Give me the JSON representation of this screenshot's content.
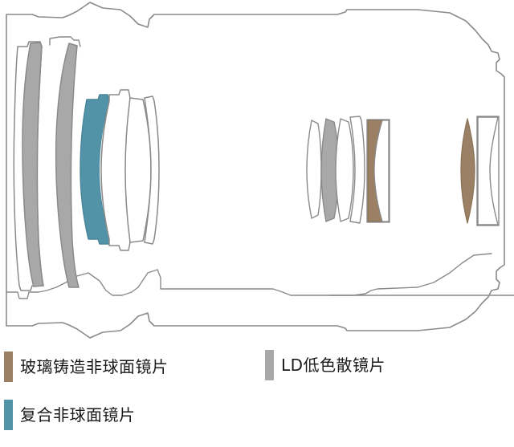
{
  "diagram": {
    "title": "Lens optical cross-section diagram",
    "colors": {
      "glass_molded_aspherical": "#9c8065",
      "ld_low_dispersion": "#a8a8a8",
      "hybrid_aspherical": "#5293a8",
      "clear_element": "#ffffff",
      "outline": "#7a7a7a",
      "background": "#ffffff"
    },
    "barrel": {
      "name": "lens-barrel-outline",
      "stroke": "#8a8a8a"
    },
    "groups": [
      {
        "name": "front-group",
        "elements": [
          {
            "name": "element-1",
            "type": "meniscus",
            "material": "ld_low_dispersion",
            "color": "#a8a8a8"
          },
          {
            "name": "element-2",
            "type": "meniscus",
            "material": "ld_low_dispersion",
            "color": "#a8a8a8"
          },
          {
            "name": "element-3",
            "type": "meniscus",
            "material": "hybrid_aspherical",
            "color": "#5293a8"
          },
          {
            "name": "element-4",
            "type": "biconvex",
            "material": "clear_element",
            "color": "#ffffff"
          },
          {
            "name": "element-5",
            "type": "biconvex",
            "material": "clear_element",
            "color": "#ffffff"
          },
          {
            "name": "element-6",
            "type": "planoconvex",
            "material": "clear_element",
            "color": "#ffffff"
          }
        ]
      },
      {
        "name": "middle-group",
        "elements": [
          {
            "name": "element-7",
            "type": "biconvex",
            "material": "clear_element",
            "color": "#ffffff"
          },
          {
            "name": "element-8",
            "type": "biconvex",
            "material": "ld_low_dispersion",
            "color": "#a8a8a8"
          },
          {
            "name": "element-9",
            "type": "biconvex",
            "material": "clear_element",
            "color": "#ffffff"
          },
          {
            "name": "element-10",
            "type": "meniscus",
            "material": "clear_element",
            "color": "#ffffff"
          },
          {
            "name": "element-11",
            "type": "biconcave",
            "material": "glass_molded_aspherical",
            "color": "#9c8065"
          },
          {
            "name": "element-12",
            "type": "planoconvex",
            "material": "clear_element",
            "color": "#ffffff"
          }
        ]
      },
      {
        "name": "rear-group",
        "elements": [
          {
            "name": "element-13",
            "type": "biconvex",
            "material": "glass_molded_aspherical",
            "color": "#9c8065"
          },
          {
            "name": "element-14",
            "type": "meniscus",
            "material": "clear_element",
            "color": "#ffffff"
          }
        ]
      }
    ]
  },
  "legend": {
    "items": [
      {
        "id": "glass-molded-aspherical",
        "label": "玻璃铸造非球面镜片",
        "color": "#9c8065"
      },
      {
        "id": "ld-low-dispersion",
        "label": "LD低色散镜片",
        "color": "#a8a8a8"
      },
      {
        "id": "hybrid-aspherical",
        "label": "复合非球面镜片",
        "color": "#5293a8"
      }
    ]
  }
}
